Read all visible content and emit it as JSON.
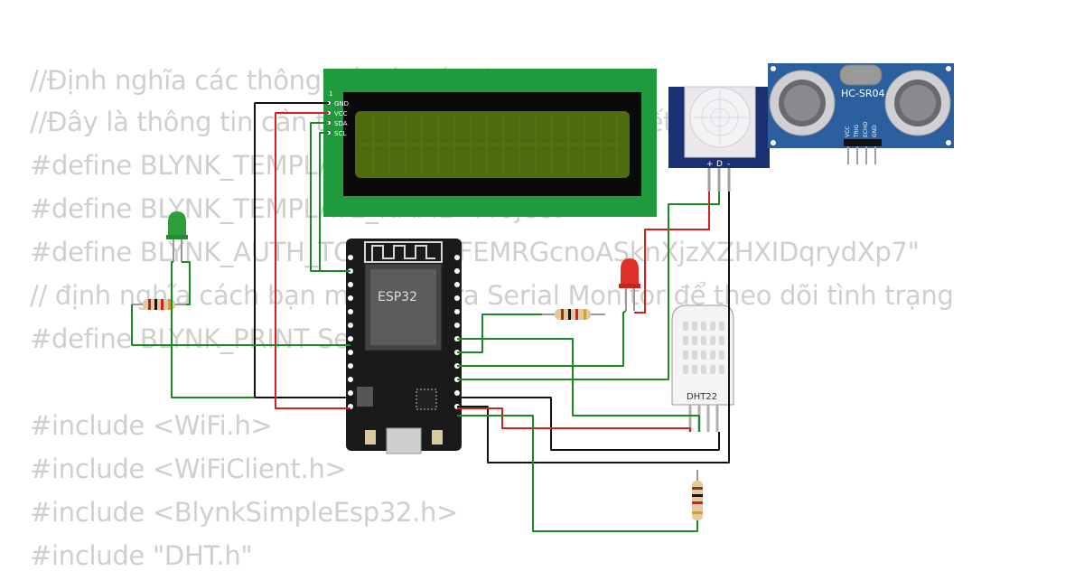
{
  "code_lines": [
    "//Định nghĩa các thông số kết nối với Blynk",
    "//Đây là thông tin cần thiết để thiết bị của bạn kết nối với dự án cụ thể",
    "#define BLYNK_TEMPLATE_ID \"TMPL6xxxxxxx8\"",
    "#define BLYNK_TEMPLATE_NAME \"Project\"",
    "#define BLYNK_AUTH_TOKEN \"y3FEMRGcnoASknXjzXZHXIDqrydXp7\"",
    "// định nghĩa cách bạn muốn log ra Serial Monitor để theo dõi tình trạng",
    "#define BLYNK_PRINT Serial",
    "",
    "#include <WiFi.h>",
    "#include <WiFiClient.h>",
    "#include <BlynkSimpleEsp32.h>",
    "#include \"DHT.h\""
  ],
  "components": {
    "esp32": {
      "label": "ESP32"
    },
    "lcd": {
      "pins": [
        "GND",
        "VCC",
        "SDA",
        "SCL"
      ]
    },
    "ultrasonic": {
      "label": "HC-SR04",
      "pins": [
        "VCC",
        "TRIG",
        "ECHO",
        "GND"
      ]
    },
    "pir": {
      "pins": [
        "+",
        "D",
        "-"
      ]
    },
    "dht": {
      "label": "DHT22"
    },
    "led_green": {
      "color": "#2e9e3a"
    },
    "led_red": {
      "color": "#e0302a"
    }
  },
  "colors": {
    "wire_green": "#1c8a24",
    "wire_red": "#d42020",
    "wire_black": "#111111",
    "lcd_board": "#1f9a3c",
    "lcd_screen": "#4f6b10",
    "ultrasonic_board": "#2c5f9e",
    "code_text": "#cfcfcf"
  }
}
